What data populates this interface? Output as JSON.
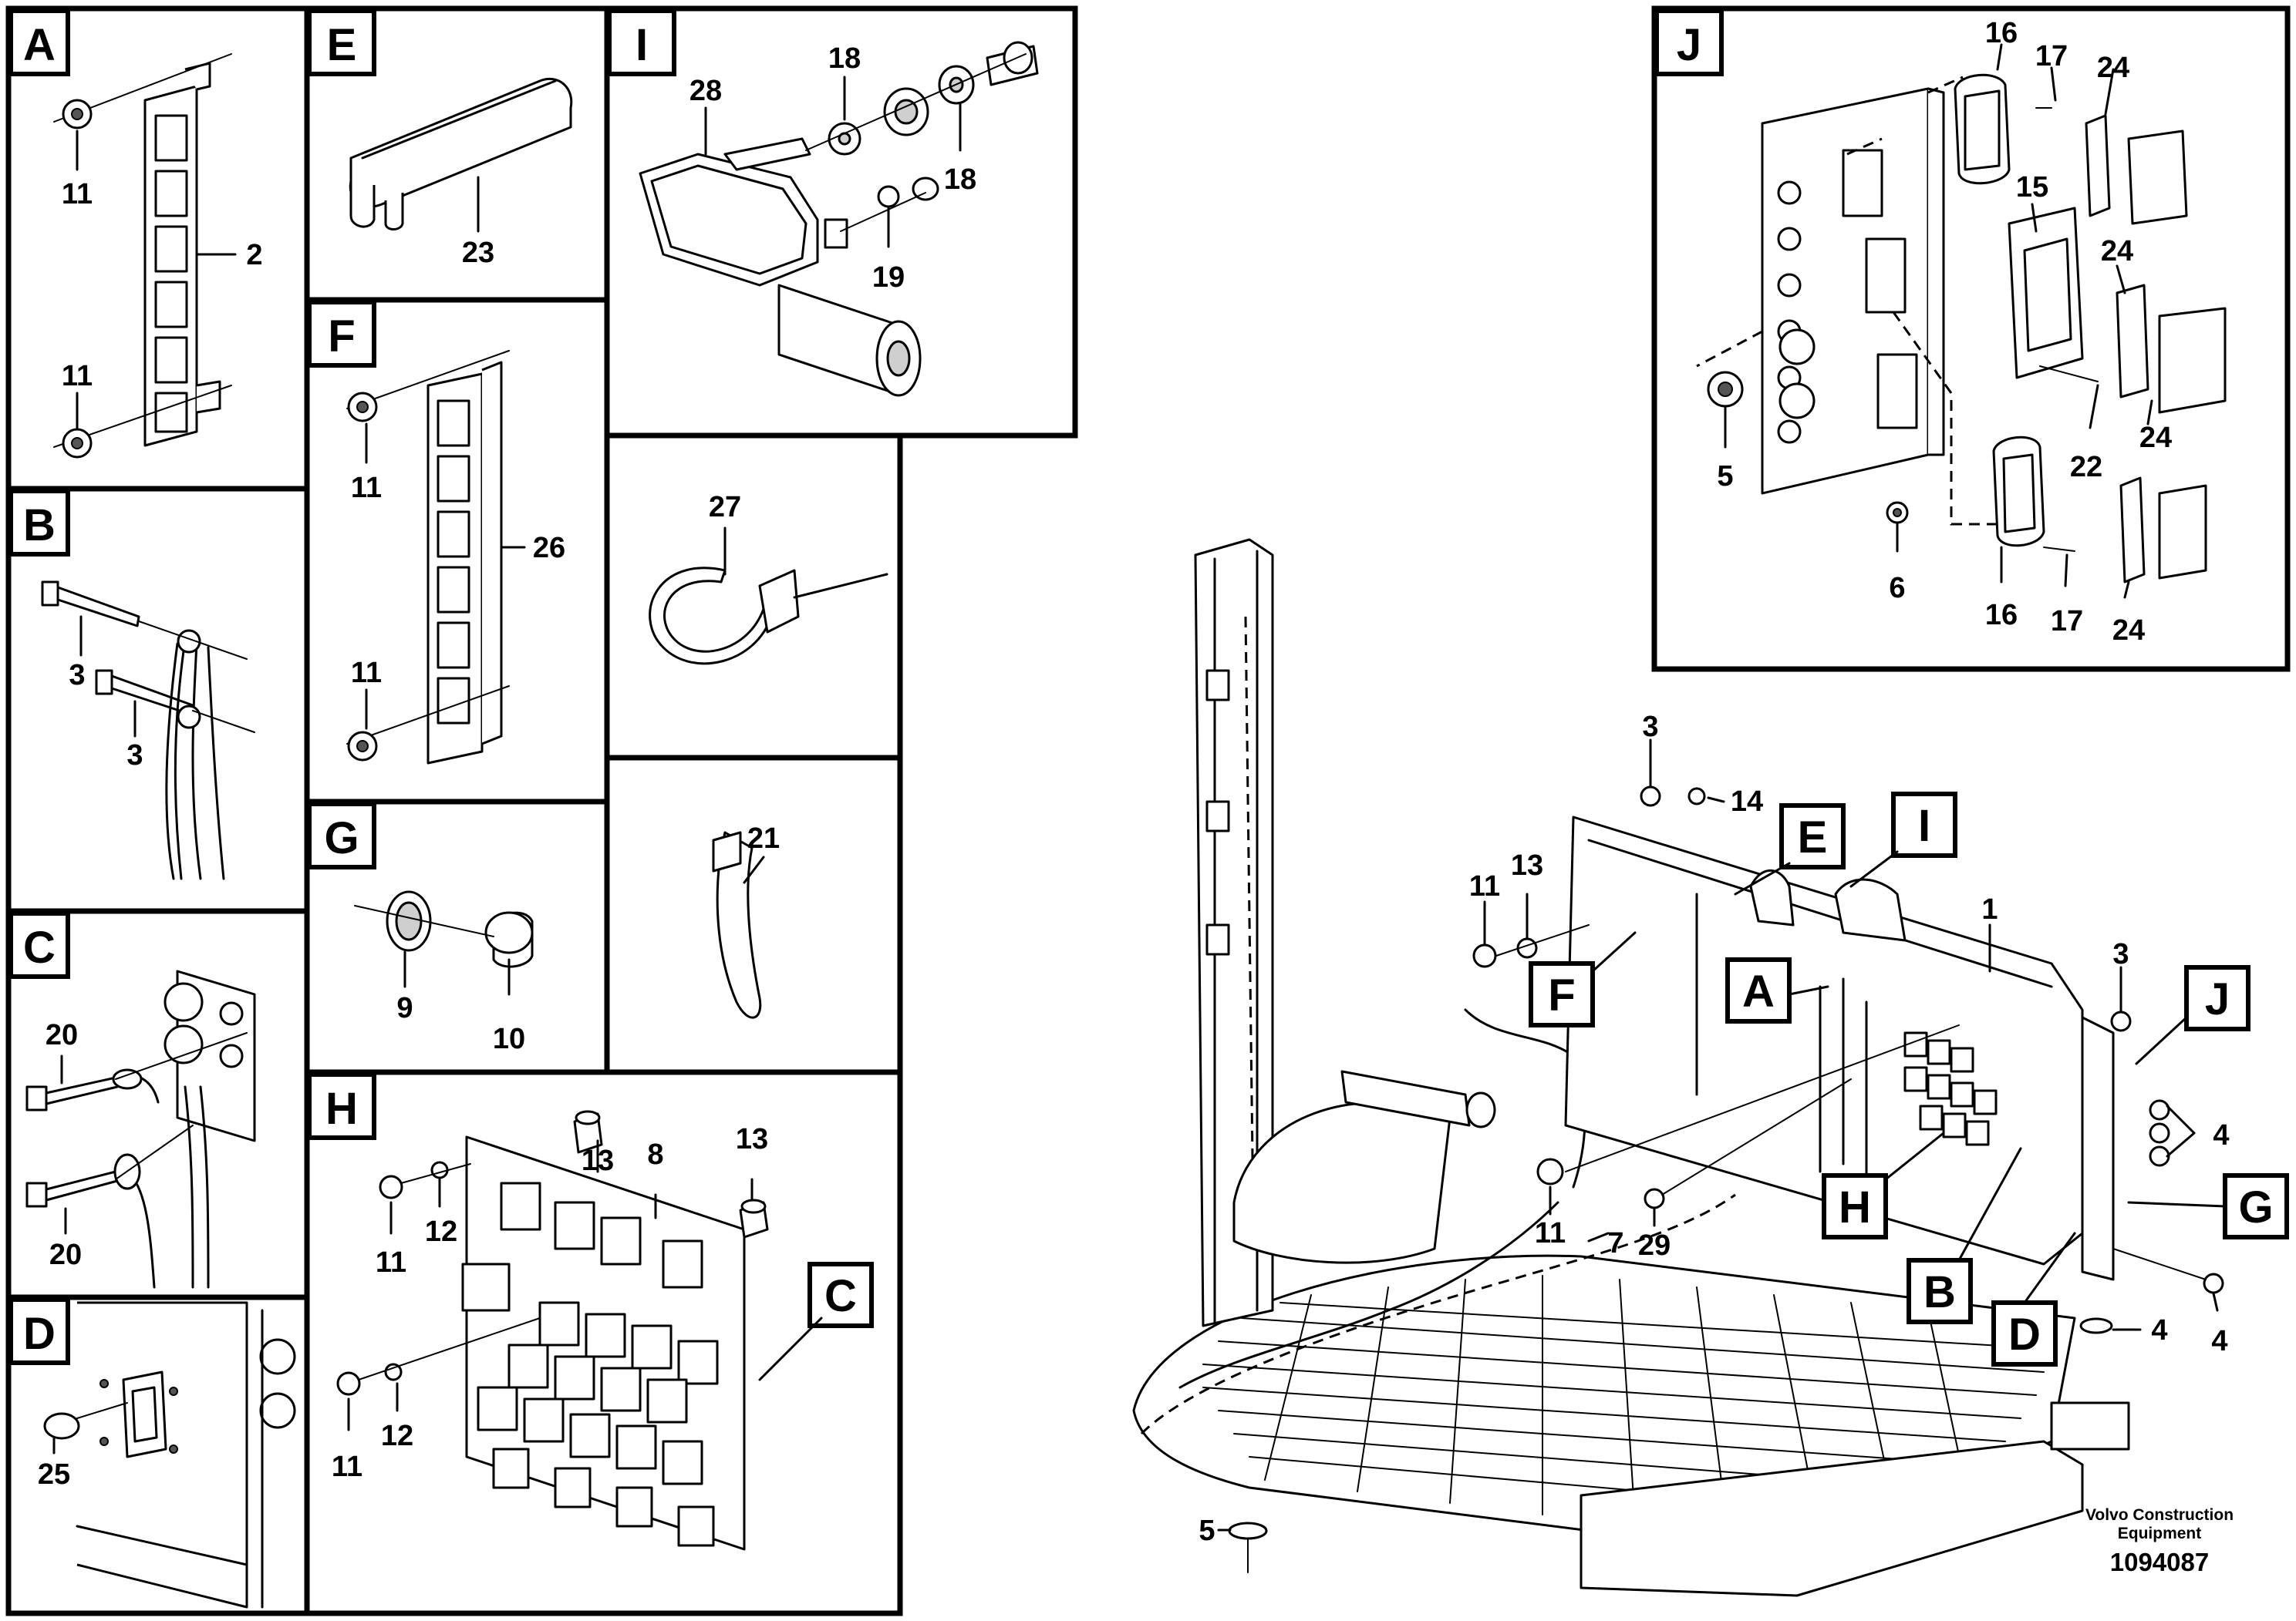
{
  "footer": {
    "company_line1": "Volvo Construction",
    "company_line2": "Equipment",
    "drawing_number": "1094087"
  },
  "panels": {
    "A": {
      "letter": "A",
      "callouts": [
        "11",
        "2",
        "11"
      ]
    },
    "B": {
      "letter": "B",
      "callouts": [
        "3",
        "3"
      ]
    },
    "C": {
      "letter": "C",
      "callouts": [
        "20",
        "20"
      ]
    },
    "D": {
      "letter": "D",
      "callouts": [
        "25"
      ]
    },
    "E": {
      "letter": "E",
      "callouts": [
        "23"
      ]
    },
    "F": {
      "letter": "F",
      "callouts": [
        "11",
        "26",
        "11"
      ]
    },
    "G": {
      "letter": "G",
      "callouts": [
        "9",
        "10"
      ]
    },
    "H": {
      "letter": "H",
      "callouts": [
        "13",
        "8",
        "13",
        "11",
        "12",
        "11",
        "12"
      ]
    },
    "I": {
      "letter": "I",
      "callouts": [
        "18",
        "28",
        "18",
        "19"
      ]
    },
    "misc1": {
      "callouts": [
        "27"
      ]
    },
    "misc2": {
      "callouts": [
        "21"
      ]
    },
    "J": {
      "letter": "J",
      "callouts": [
        "16",
        "17",
        "24",
        "15",
        "24",
        "5",
        "22",
        "24",
        "6",
        "16",
        "17",
        "24"
      ]
    }
  },
  "main_view": {
    "callouts": [
      "3",
      "14",
      "11",
      "13",
      "1",
      "3",
      "4",
      "4",
      "4",
      "11",
      "29",
      "7",
      "5"
    ],
    "detail_markers": [
      "E",
      "I",
      "F",
      "A",
      "J",
      "G",
      "H",
      "B",
      "D",
      "C"
    ]
  },
  "icons": {
    "relay": "relay-icon",
    "connector": "connector-icon",
    "bolt": "bolt-icon",
    "nut": "nut-icon",
    "cable_tie": "cable-tie-icon",
    "wiper_motor": "motor-icon"
  }
}
